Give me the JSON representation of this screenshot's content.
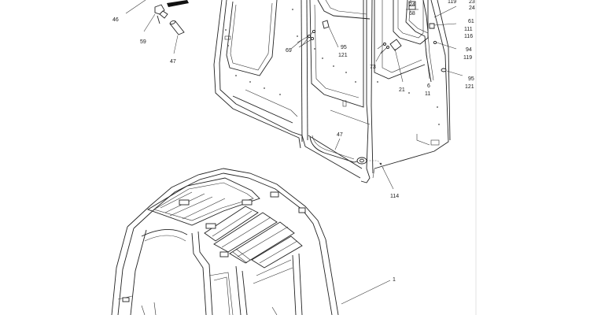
{
  "labels": {
    "l46": "46",
    "l59": "59",
    "l47a": "47",
    "l69": "69",
    "l95a": "95",
    "l121a": "121",
    "l24": "24",
    "l68": "68",
    "l73": "73",
    "l21": "21",
    "l6": "6",
    "l11": "11",
    "l119a": "119",
    "l23": "23",
    "l24b": "24",
    "l61": "61",
    "l111": "111",
    "l116": "116",
    "l94": "94",
    "l119b": "119",
    "l95b": "95",
    "l121b": "121",
    "l47b": "47",
    "l114": "114",
    "l1": "1"
  }
}
